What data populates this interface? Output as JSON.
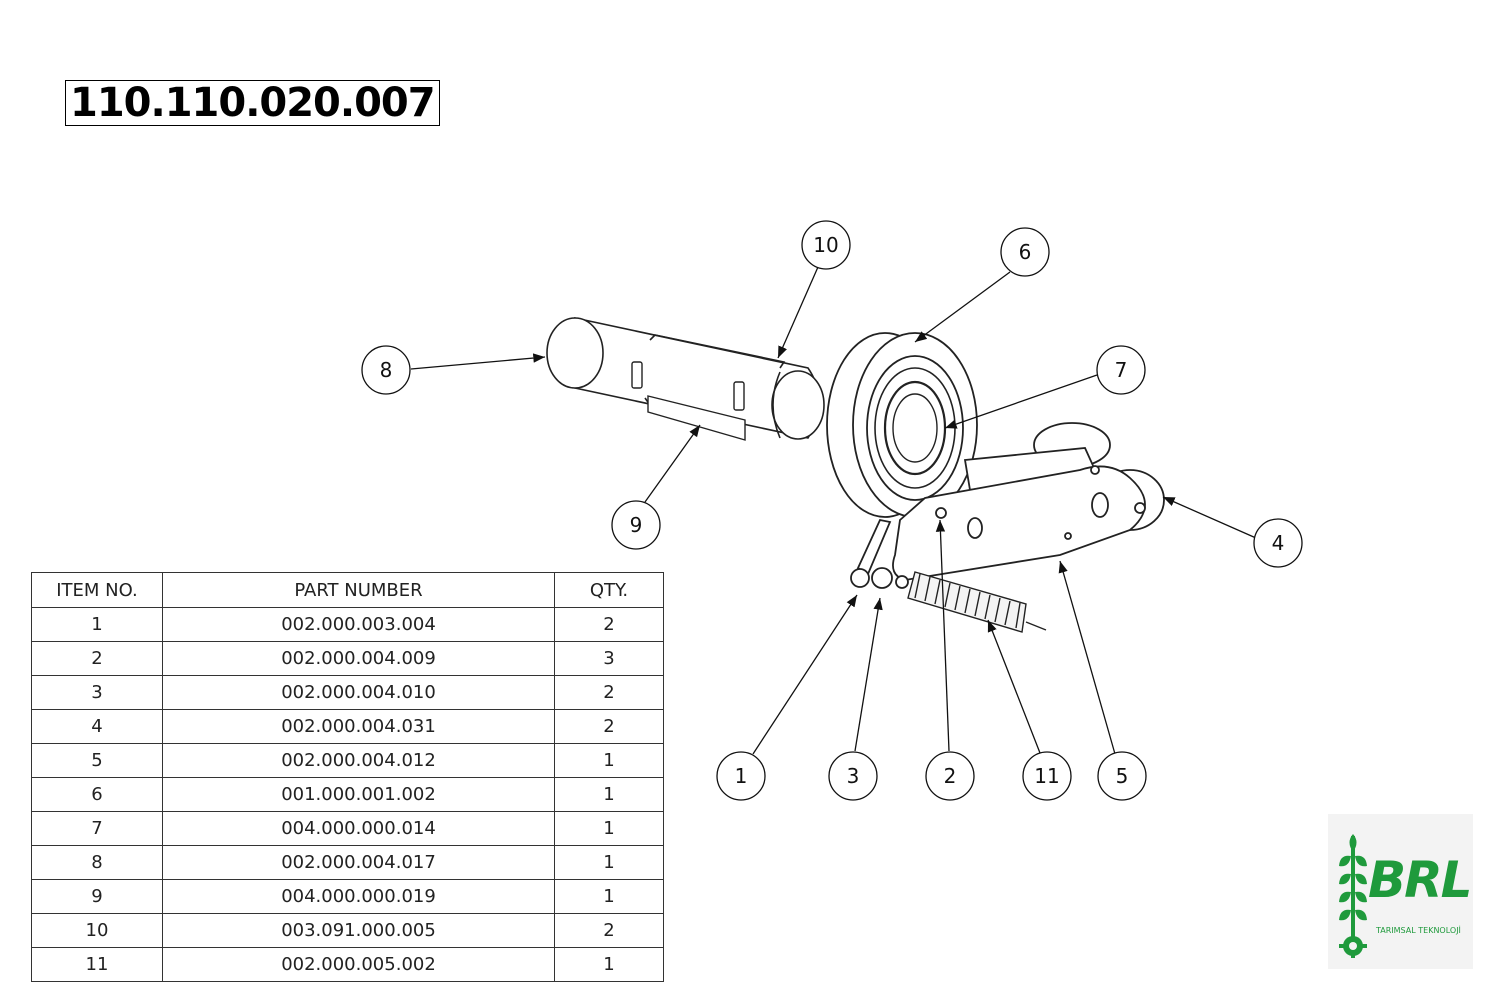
{
  "drawing_number": "110.110.020.007",
  "balloons": [
    {
      "label": "10"
    },
    {
      "label": "6"
    },
    {
      "label": "8"
    },
    {
      "label": "7"
    },
    {
      "label": "4"
    },
    {
      "label": "9"
    },
    {
      "label": "1"
    },
    {
      "label": "3"
    },
    {
      "label": "2"
    },
    {
      "label": "11"
    },
    {
      "label": "5"
    }
  ],
  "bom": {
    "headers": [
      "ITEM NO.",
      "PART NUMBER",
      "QTY."
    ],
    "rows": [
      {
        "item": "1",
        "part": "002.000.003.004",
        "qty": "2"
      },
      {
        "item": "2",
        "part": "002.000.004.009",
        "qty": "3"
      },
      {
        "item": "3",
        "part": "002.000.004.010",
        "qty": "2"
      },
      {
        "item": "4",
        "part": "002.000.004.031",
        "qty": "2"
      },
      {
        "item": "5",
        "part": "002.000.004.012",
        "qty": "1"
      },
      {
        "item": "6",
        "part": "001.000.001.002",
        "qty": "1"
      },
      {
        "item": "7",
        "part": "004.000.000.014",
        "qty": "1"
      },
      {
        "item": "8",
        "part": "002.000.004.017",
        "qty": "1"
      },
      {
        "item": "9",
        "part": "004.000.000.019",
        "qty": "1"
      },
      {
        "item": "10",
        "part": "003.091.000.005",
        "qty": "2"
      },
      {
        "item": "11",
        "part": "002.000.005.002",
        "qty": "1"
      }
    ]
  },
  "logo": {
    "brand": "BRL",
    "tagline": "TARIMSAL TEKNOLOJİ",
    "color": "#1f9a3c"
  }
}
